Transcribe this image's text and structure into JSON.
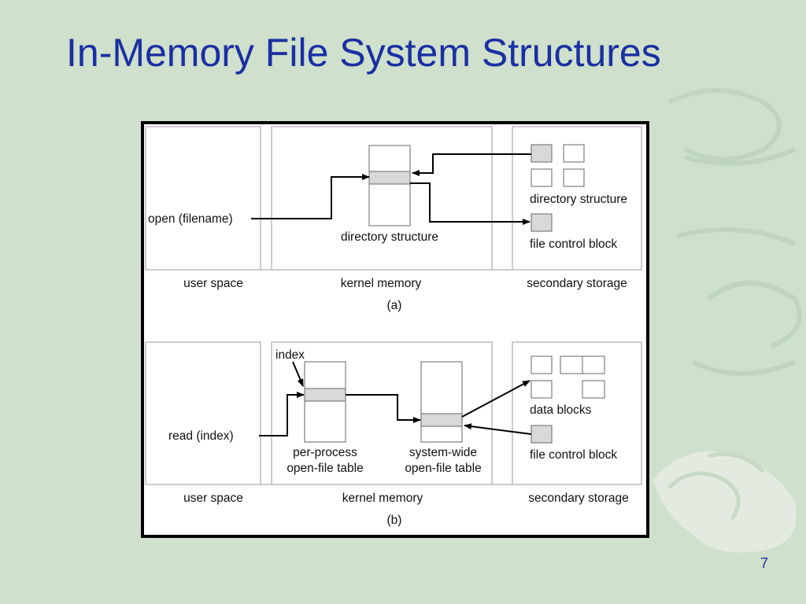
{
  "slide": {
    "title": "In-Memory File System Structures",
    "page_number": "7"
  },
  "diagram_a": {
    "call_label": "open (filename)",
    "kernel_table_label": "directory structure",
    "storage_dir_label": "directory structure",
    "storage_fcb_label": "file control block",
    "footer": {
      "user_space": "user space",
      "kernel_memory": "kernel memory",
      "secondary_storage": "secondary storage"
    },
    "caption": "(a)"
  },
  "diagram_b": {
    "call_label": "read (index)",
    "index_label": "index",
    "per_process_table_label_line1": "per-process",
    "per_process_table_label_line2": "open-file table",
    "system_wide_table_label_line1": "system-wide",
    "system_wide_table_label_line2": "open-file table",
    "storage_data_label": "data blocks",
    "storage_fcb_label": "file control block",
    "footer": {
      "user_space": "user space",
      "kernel_memory": "kernel memory",
      "secondary_storage": "secondary storage"
    },
    "caption": "(b)"
  },
  "colors": {
    "background": "#cfe0cc",
    "title": "#1a2fa3",
    "highlight_block": "#d9d9d9"
  }
}
